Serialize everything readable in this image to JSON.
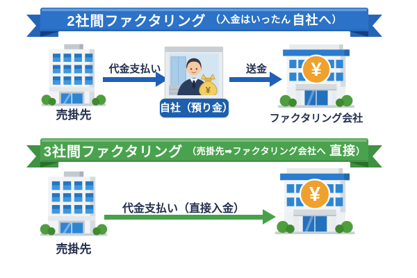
{
  "icons": {
    "yen": "¥"
  },
  "colors": {
    "ribbon_blue": "#2b72c8",
    "ribbon_green": "#4aa24e",
    "arrow_blue": "#1f5fb8",
    "arrow_green": "#46a24a",
    "badge_blue": "#1d5fad",
    "label_navy": "#232f4e",
    "yen_circle_orange": "#f0a02c",
    "money_bag_yellow": "#f2cf63"
  },
  "two_party": {
    "banner": {
      "title": "2社間ファクタリング",
      "sub_pre": "（入金はいったん",
      "sub_emph": "自社へ",
      "sub_post": "）"
    },
    "seller_label": "売掛先",
    "payment_arrow_label": "代金支払い",
    "company_badge": "自社（預り金）",
    "remit_arrow_label": "送金",
    "factoring_label": "ファクタリング会社"
  },
  "three_party": {
    "banner": {
      "title": "3社間ファクタリング",
      "sub_pre": "（売掛先➡ファクタリング会社へ",
      "sub_emph": "直接",
      "sub_post": "）"
    },
    "seller_label": "売掛先",
    "direct_arrow_label": "代金支払い（直接入金）"
  }
}
